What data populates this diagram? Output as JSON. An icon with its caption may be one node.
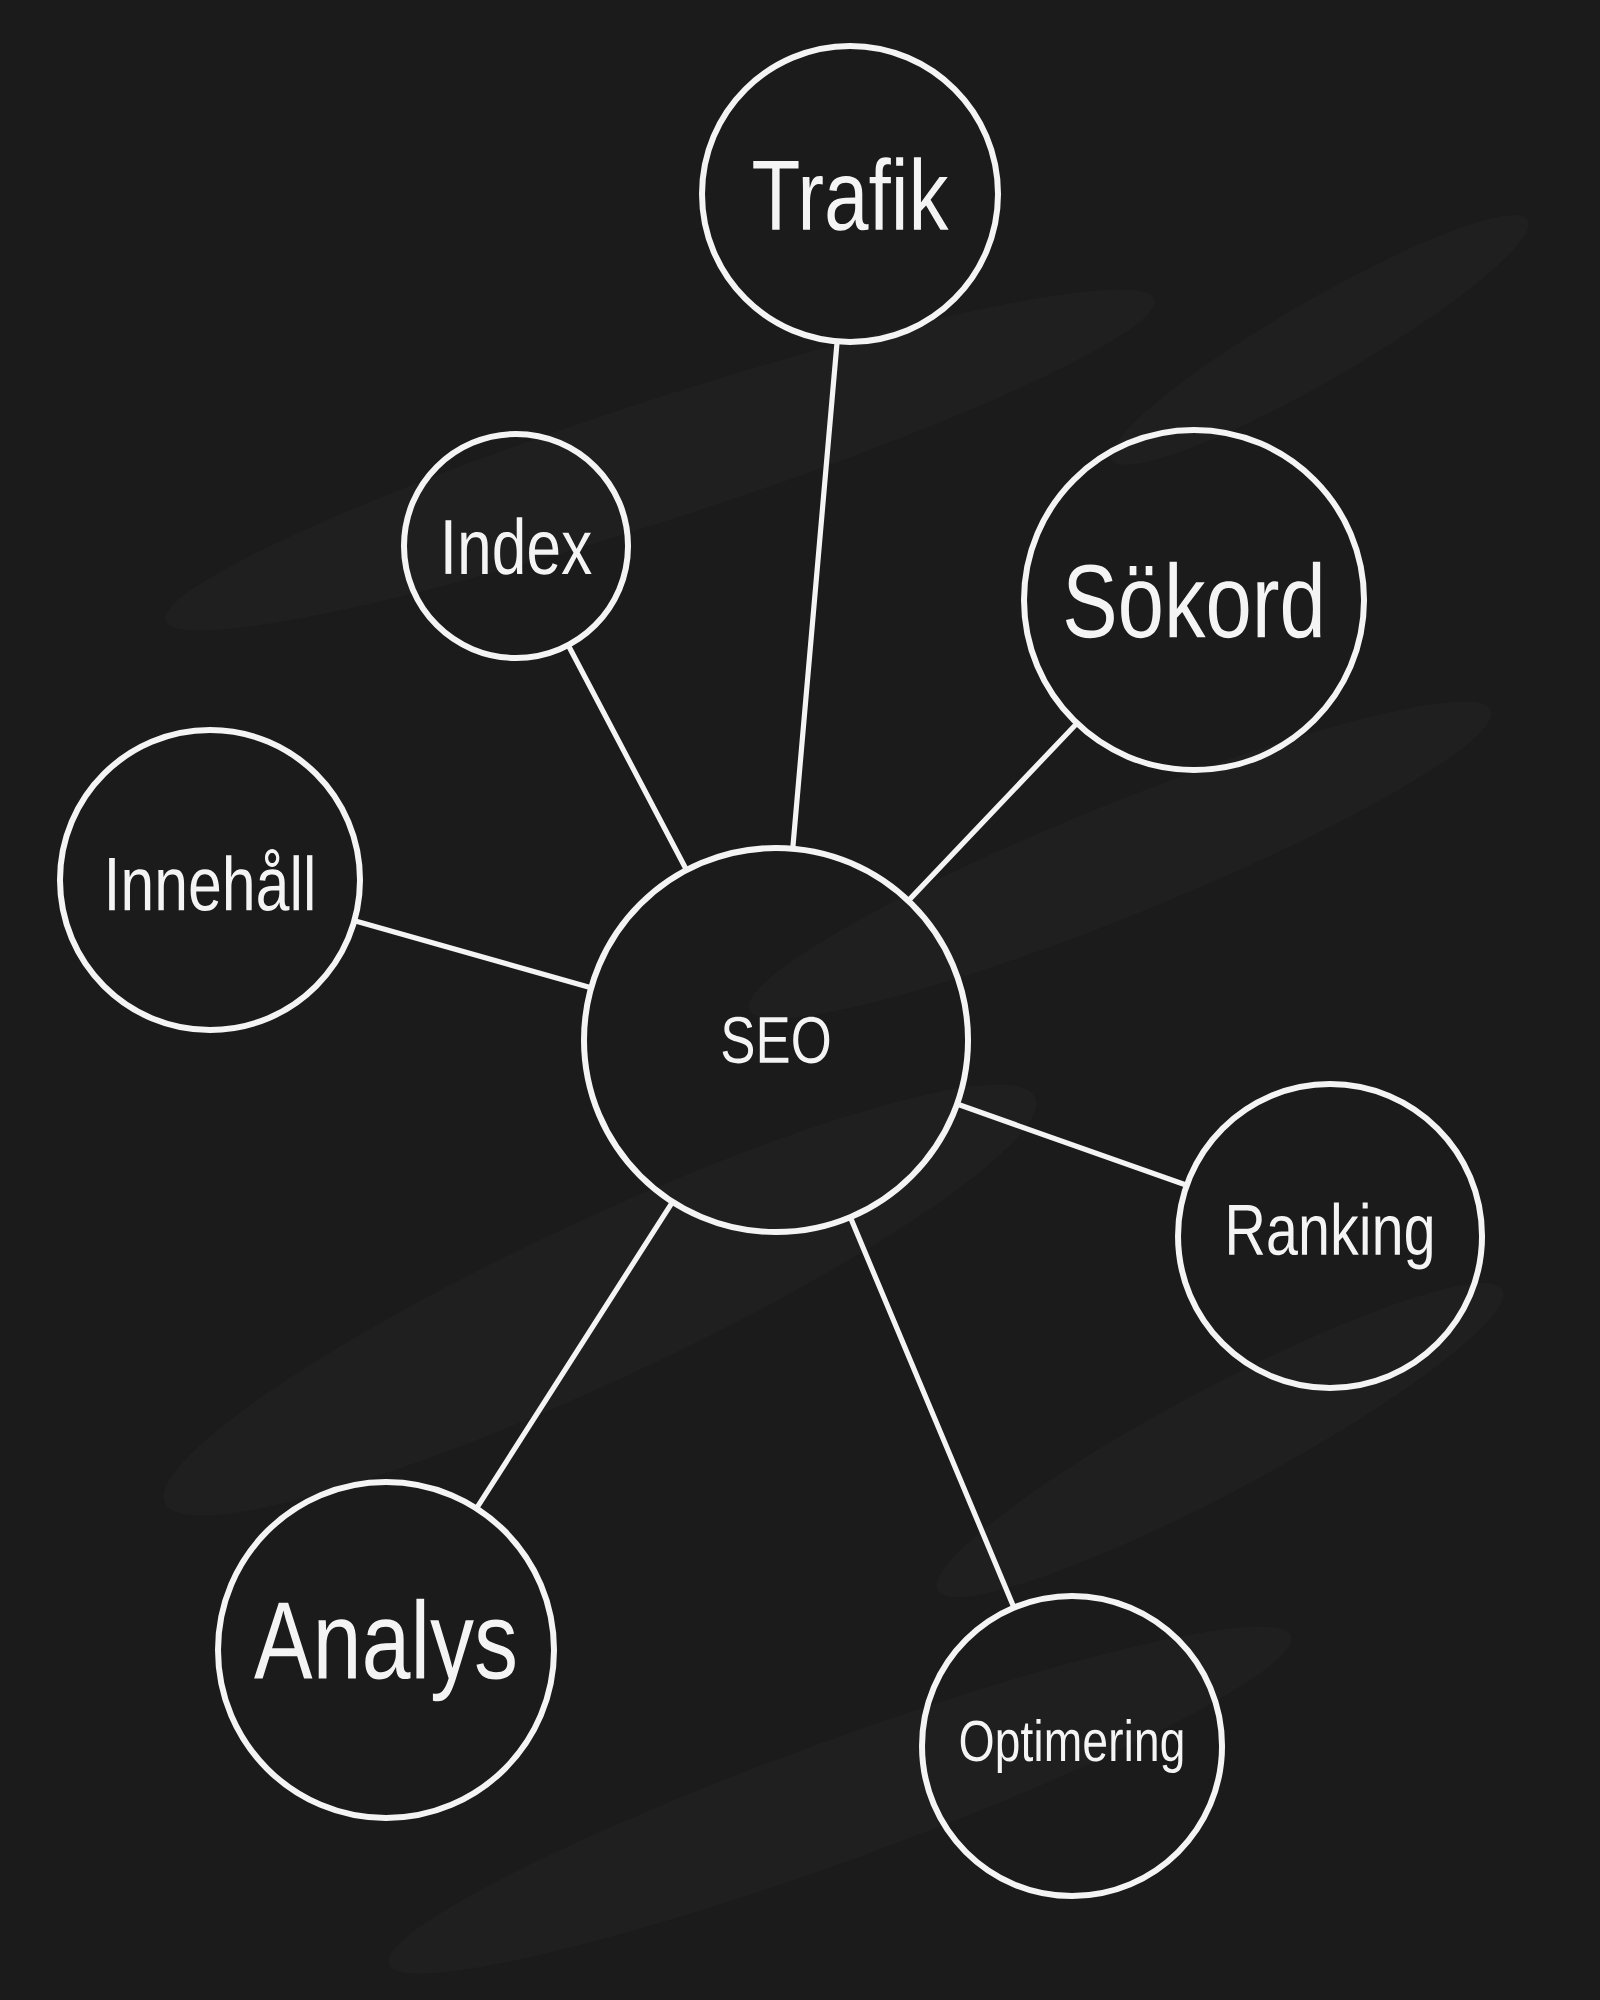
{
  "diagram": {
    "nodes": [
      {
        "text": [
          "Trafik"
        ]
      },
      {
        "text": [
          "Index"
        ]
      },
      {
        "text": [
          "Sökord"
        ]
      },
      {
        "text": [
          "Innehåll"
        ]
      },
      {
        "text": [
          "SEO"
        ]
      },
      {
        "text": [
          "Ranking"
        ]
      },
      {
        "text": [
          "Analys"
        ]
      },
      {
        "text": [
          "Optimering"
        ]
      }
    ],
    "edges": [
      {
        "from": 4,
        "to": 0,
        "arrow": "none"
      },
      {
        "from": 4,
        "to": 1,
        "arrow": "none"
      },
      {
        "from": 4,
        "to": 2,
        "arrow": "none"
      },
      {
        "from": 4,
        "to": 3,
        "arrow": "none"
      },
      {
        "from": 4,
        "to": 5,
        "arrow": "none"
      },
      {
        "from": 4,
        "to": 6,
        "arrow": "none"
      },
      {
        "from": 4,
        "to": 7,
        "arrow": "none"
      }
    ]
  }
}
